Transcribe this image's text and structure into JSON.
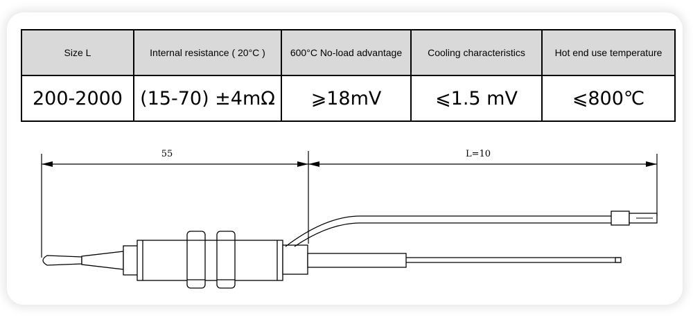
{
  "table": {
    "headers": [
      "Size L",
      "Internal resistance ( 20°C )",
      "600°C No-load advantage",
      "Cooling characteristics",
      "Hot end use temperature"
    ],
    "values": [
      "200-2000",
      "(15-70) ±4mΩ",
      "⩾18mV",
      "⩽1.5 mV",
      "⩽800℃"
    ]
  },
  "drawing": {
    "dim_left_label": "55",
    "dim_right_label": "L=10"
  }
}
